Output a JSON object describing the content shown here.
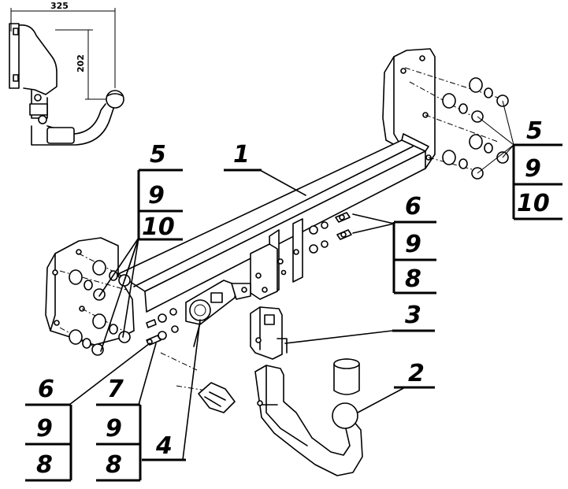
{
  "dimensions": {
    "width_label": "325",
    "height_label": "202"
  },
  "callouts": {
    "part1": "1",
    "part2": "2",
    "part3": "3",
    "part4": "4",
    "bolts_right_top": [
      "5",
      "9",
      "10"
    ],
    "bolts_left_top": [
      "5",
      "9",
      "10"
    ],
    "bolts_right_mid": [
      "6",
      "9",
      "8"
    ],
    "bolts_left_bottom": [
      "6",
      "9",
      "8"
    ],
    "bolts_bottom": [
      "7",
      "9",
      "8"
    ]
  }
}
